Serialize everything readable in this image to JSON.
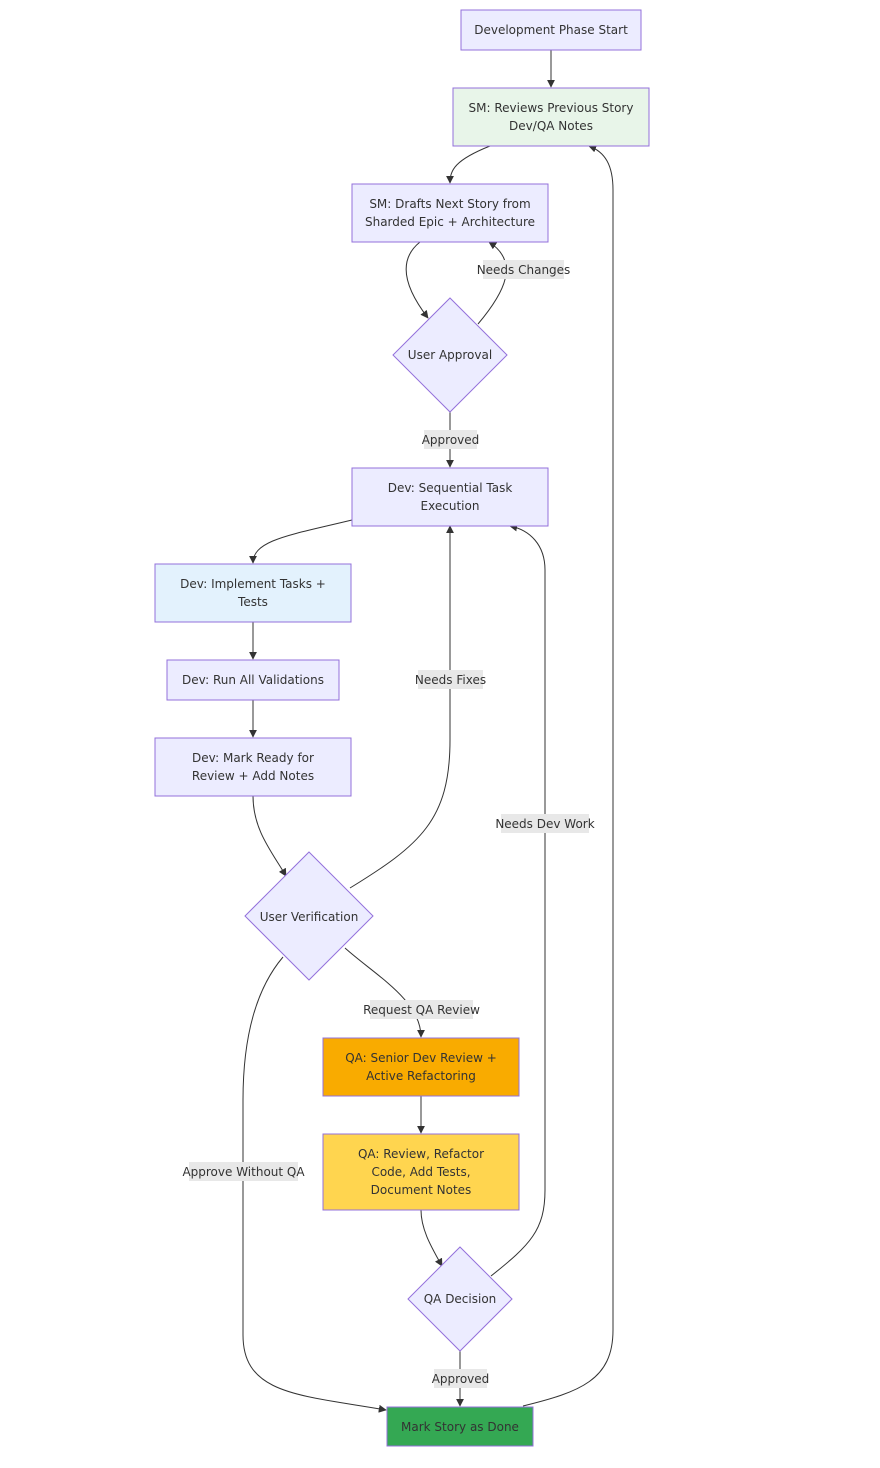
{
  "nodes": {
    "start": {
      "lines": [
        "Development Phase Start"
      ],
      "fill": "#ECECFF",
      "stroke": "#9370DB",
      "text_color": "#333333"
    },
    "sm_review": {
      "lines": [
        "SM: Reviews Previous Story",
        "Dev/QA Notes"
      ],
      "fill": "#E8F5E9",
      "stroke": "#9370DB",
      "text_color": "#000000"
    },
    "sm_draft": {
      "lines": [
        "SM: Drafts Next Story from",
        "Sharded Epic + Architecture"
      ],
      "fill": "#ECECFF",
      "stroke": "#9370DB",
      "text_color": "#333333"
    },
    "user_approval": {
      "lines": [
        "User Approval"
      ],
      "fill": "#ECECFF",
      "stroke": "#9370DB",
      "text_color": "#333333"
    },
    "dev_exec": {
      "lines": [
        "Dev: Sequential Task",
        "Execution"
      ],
      "fill": "#ECECFF",
      "stroke": "#9370DB",
      "text_color": "#333333"
    },
    "dev_impl": {
      "lines": [
        "Dev: Implement Tasks +",
        "Tests"
      ],
      "fill": "#E3F2FD",
      "stroke": "#9370DB",
      "text_color": "#000000"
    },
    "dev_validate": {
      "lines": [
        "Dev: Run All Validations"
      ],
      "fill": "#ECECFF",
      "stroke": "#9370DB",
      "text_color": "#333333"
    },
    "dev_ready": {
      "lines": [
        "Dev: Mark Ready for",
        "Review + Add Notes"
      ],
      "fill": "#ECECFF",
      "stroke": "#9370DB",
      "text_color": "#333333"
    },
    "user_verify": {
      "lines": [
        "User Verification"
      ],
      "fill": "#ECECFF",
      "stroke": "#9370DB",
      "text_color": "#333333"
    },
    "qa_senior": {
      "lines": [
        "QA: Senior Dev Review +",
        "Active Refactoring"
      ],
      "fill": "#F9AB00",
      "stroke": "#9370DB",
      "text_color": "#FFFFFF"
    },
    "qa_review": {
      "lines": [
        "QA: Review, Refactor",
        "Code, Add Tests,",
        "Document Notes"
      ],
      "fill": "#FFD54F",
      "stroke": "#9370DB",
      "text_color": "#000000"
    },
    "qa_decision": {
      "lines": [
        "QA Decision"
      ],
      "fill": "#ECECFF",
      "stroke": "#9370DB",
      "text_color": "#333333"
    },
    "done": {
      "lines": [
        "Mark Story as Done"
      ],
      "fill": "#34A853",
      "stroke": "#9370DB",
      "text_color": "#FFFFFF"
    }
  },
  "edge_labels": {
    "needs_changes": "Needs Changes",
    "approved_story": "Approved",
    "needs_fixes": "Needs Fixes",
    "needs_dev_work": "Needs Dev Work",
    "request_qa": "Request QA Review",
    "approve_without_qa": "Approve Without QA",
    "approved_qa": "Approved"
  },
  "colors": {
    "edge": "#333333",
    "edge_label_bg": "#E8E8E8"
  }
}
